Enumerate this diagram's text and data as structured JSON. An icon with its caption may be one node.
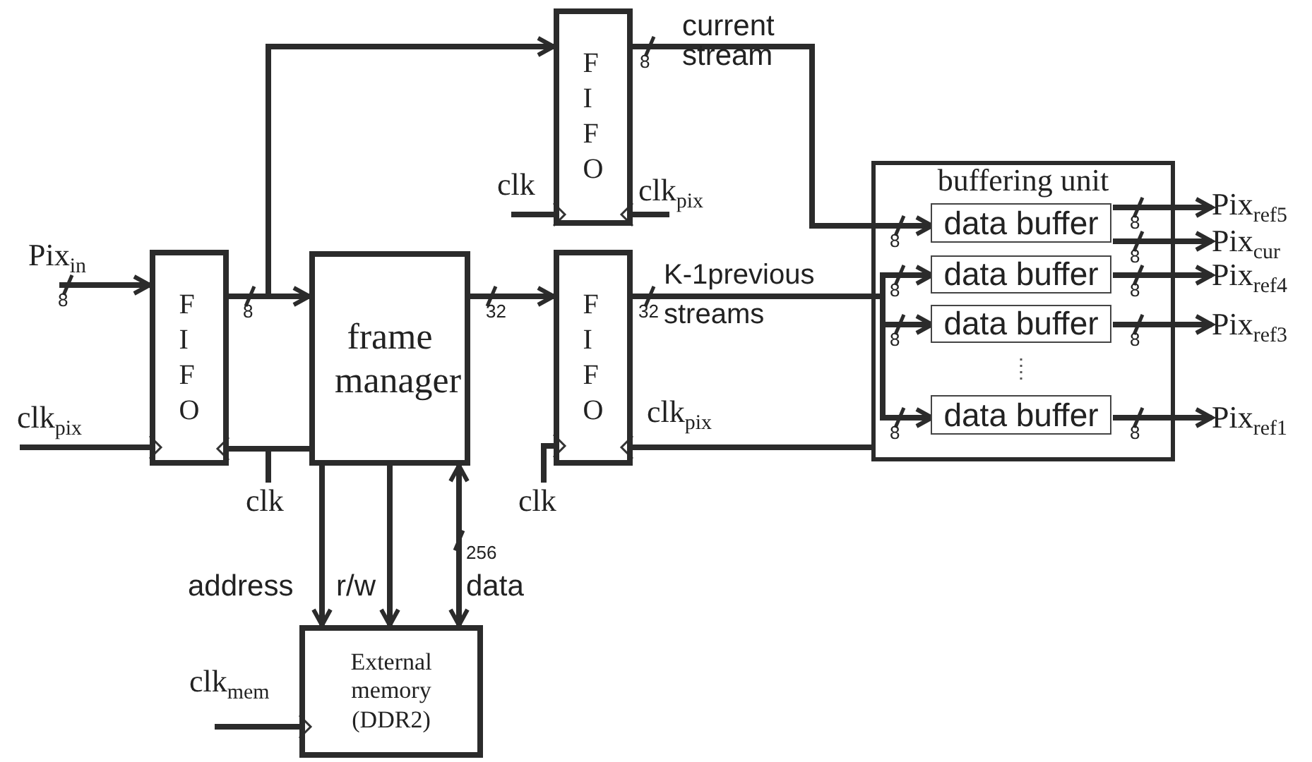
{
  "diagram": {
    "nodes": [
      {
        "text": [
          "FIFO"
        ]
      },
      {
        "text": [
          "frame manager"
        ]
      },
      {
        "text": [
          "FIFO"
        ]
      },
      {
        "text": [
          "FIFO"
        ]
      },
      {
        "text": [
          "buffering unit"
        ]
      },
      {
        "text": [
          "data buffer"
        ],
        "in": 4
      },
      {
        "text": [
          "data buffer"
        ],
        "in": 4
      },
      {
        "text": [
          "data buffer"
        ],
        "in": 4
      },
      {
        "text": [
          "data buffer"
        ],
        "in": 4
      },
      {
        "text": [
          "External memory (DDR2)"
        ]
      },
      {
        "text": [
          "Pix$_{in}$"
        ]
      },
      {
        "text": [
          "Pix$_{ref5}$"
        ]
      },
      {
        "text": [
          "Pix$_{cur}$"
        ]
      },
      {
        "text": [
          "Pix$_{ref4}$"
        ]
      },
      {
        "text": [
          "Pix$_{ref3}$"
        ]
      },
      {
        "text": [
          "Pix$_{ref1}$"
        ]
      },
      {
        "text": [
          "clk$_{pix}$"
        ]
      },
      {
        "text": [
          "clk"
        ]
      },
      {
        "text": [
          "clk"
        ]
      },
      {
        "text": [
          "clk$_{pix}$"
        ]
      },
      {
        "text": [
          "clk"
        ]
      },
      {
        "text": [
          "clk$_{mem}$"
        ]
      }
    ],
    "edges": [
      {
        "from": 10,
        "to": 0,
        "arrow": "to"
      },
      {
        "from": 0,
        "to": 1,
        "arrow": "to"
      },
      {
        "from": 0,
        "to": 2,
        "arrow": "to"
      },
      {
        "from": 1,
        "to": 3,
        "arrow": "to"
      },
      {
        "from": 2,
        "to": 5,
        "arrow": "to",
        "label": "current stream"
      },
      {
        "from": 3,
        "to": 6,
        "arrow": "to",
        "label": "K-1previous streams"
      },
      {
        "from": 3,
        "to": 7,
        "arrow": "to"
      },
      {
        "from": 3,
        "to": 8,
        "arrow": "to"
      },
      {
        "from": 5,
        "to": 11,
        "arrow": "to"
      },
      {
        "from": 5,
        "to": 12,
        "arrow": "to"
      },
      {
        "from": 6,
        "to": 13,
        "arrow": "to"
      },
      {
        "from": 7,
        "to": 14,
        "arrow": "to"
      },
      {
        "from": 8,
        "to": 15,
        "arrow": "to"
      },
      {
        "from": 1,
        "to": 9,
        "arrow": "to",
        "label": "address"
      },
      {
        "from": 1,
        "to": 9,
        "arrow": "to",
        "label": "r/w"
      },
      {
        "from": 1,
        "to": 9,
        "arrow": "both",
        "label": "data"
      },
      {
        "from": 16,
        "to": 0,
        "arrow": "to"
      },
      {
        "from": 17,
        "to": 0,
        "arrow": "to"
      },
      {
        "from": 17,
        "to": 1,
        "arrow": "none"
      },
      {
        "from": 18,
        "to": 2,
        "arrow": "to"
      },
      {
        "from": 19,
        "to": 2,
        "arrow": "to"
      },
      {
        "from": 4,
        "to": 3,
        "arrow": "to",
        "label": "clk$_{pix}$"
      },
      {
        "from": 20,
        "to": 3,
        "arrow": "to"
      },
      {
        "from": 21,
        "to": 9,
        "arrow": "to"
      }
    ],
    "labels": [
      "8",
      "8",
      "32",
      "8",
      "32",
      "8",
      "8",
      "8",
      "8",
      "8",
      "8",
      "8",
      "8",
      "8",
      "256"
    ]
  }
}
